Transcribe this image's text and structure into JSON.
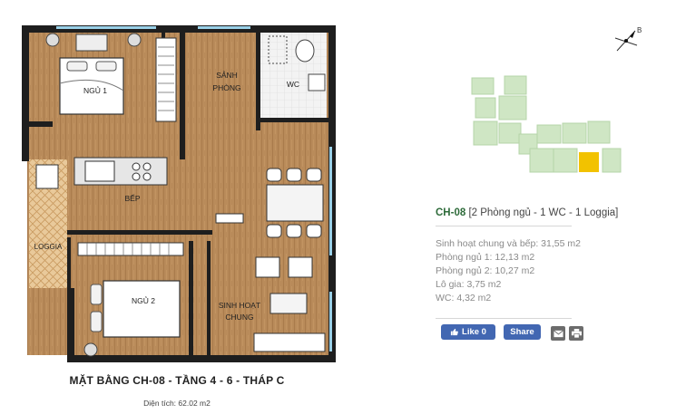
{
  "plan": {
    "rooms": {
      "bedroom1": "NGỦ 1",
      "hall_line1": "SẢNH",
      "hall_line2": "PHÒNG",
      "wc": "WC",
      "kitchen": "BẾP",
      "loggia": "LOGGIA",
      "bedroom2": "NGỦ 2",
      "living_line1": "SINH HOẠT",
      "living_line2": "CHUNG"
    },
    "caption": "MẶT BẰNG CH-08 - TẦNG 4 - 6 - THÁP C",
    "area": "Diện tích: 62.02 m2"
  },
  "compass": {
    "label": "B"
  },
  "unit": {
    "code": "CH-08",
    "summary": "[2 Phòng ngủ - 1 WC - 1 Loggia]"
  },
  "specs": [
    "Sinh hoạt chung và bếp: 31,55 m2",
    "Phòng ngủ 1: 12,13 m2",
    "Phòng ngủ 2: 10,27 m2",
    "Lô gia: 3,75 m2",
    "WC: 4,32 m2"
  ],
  "social": {
    "like_label": "Like 0",
    "share_label": "Share"
  },
  "colors": {
    "wood": "#b88a58",
    "wall": "#1e1e1e",
    "keyplan_block": "#cfe6c4",
    "keyplan_highlight": "#f2c200",
    "title_green": "#2e6b3a",
    "facebook": "#4267b2"
  }
}
